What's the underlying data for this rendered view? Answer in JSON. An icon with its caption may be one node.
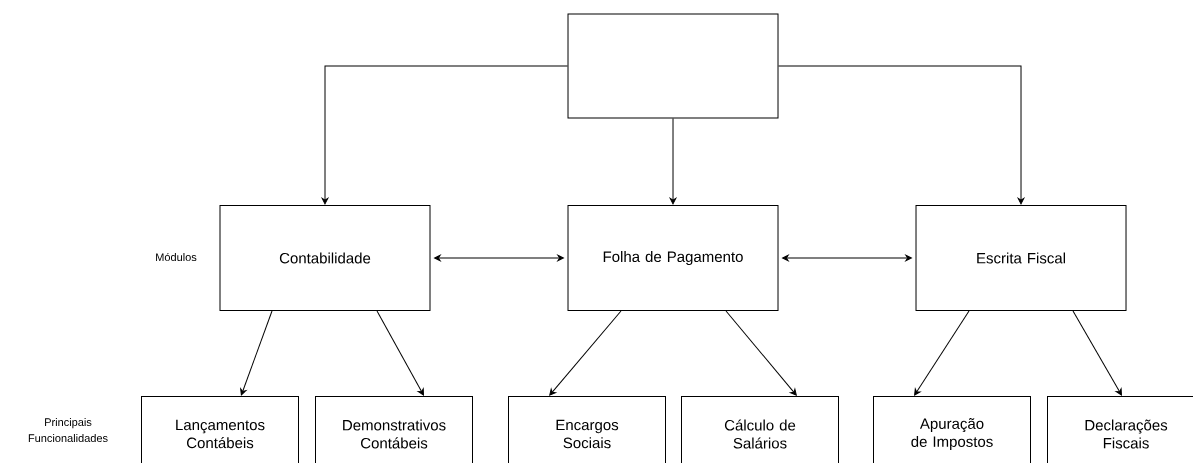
{
  "diagram": {
    "nodes": [
      {
        "text": [],
        "shape": "box"
      },
      {
        "text": [
          "Contabilidade"
        ]
      },
      {
        "text": [
          "Folha de Pagamento"
        ]
      },
      {
        "text": [
          "Escrita Fiscal"
        ]
      },
      {
        "text": [
          "Lançamentos Contábeis"
        ]
      },
      {
        "text": [
          "Demonstrativos Contábeis"
        ]
      },
      {
        "text": [
          "Encargos Sociais"
        ]
      },
      {
        "text": [
          "Cálculo de Salários"
        ]
      },
      {
        "text": [
          "Apuração de Impostos"
        ]
      },
      {
        "text": [
          "Declarações Fiscais"
        ]
      }
    ],
    "edges": [
      {
        "from": 0,
        "to": 1,
        "arrow": "to"
      },
      {
        "from": 0,
        "to": 2,
        "arrow": "to"
      },
      {
        "from": 0,
        "to": 3,
        "arrow": "to"
      },
      {
        "from": 1,
        "to": 2,
        "arrow": "both"
      },
      {
        "from": 2,
        "to": 3,
        "arrow": "both"
      },
      {
        "from": 1,
        "to": 4,
        "arrow": "to"
      },
      {
        "from": 1,
        "to": 5,
        "arrow": "to"
      },
      {
        "from": 2,
        "to": 6,
        "arrow": "to"
      },
      {
        "from": 2,
        "to": 7,
        "arrow": "to"
      },
      {
        "from": 3,
        "to": 8,
        "arrow": "to"
      },
      {
        "from": 3,
        "to": 9,
        "arrow": "to"
      }
    ],
    "labels": [
      "Módulos",
      "Principais Funcionalidades"
    ]
  }
}
